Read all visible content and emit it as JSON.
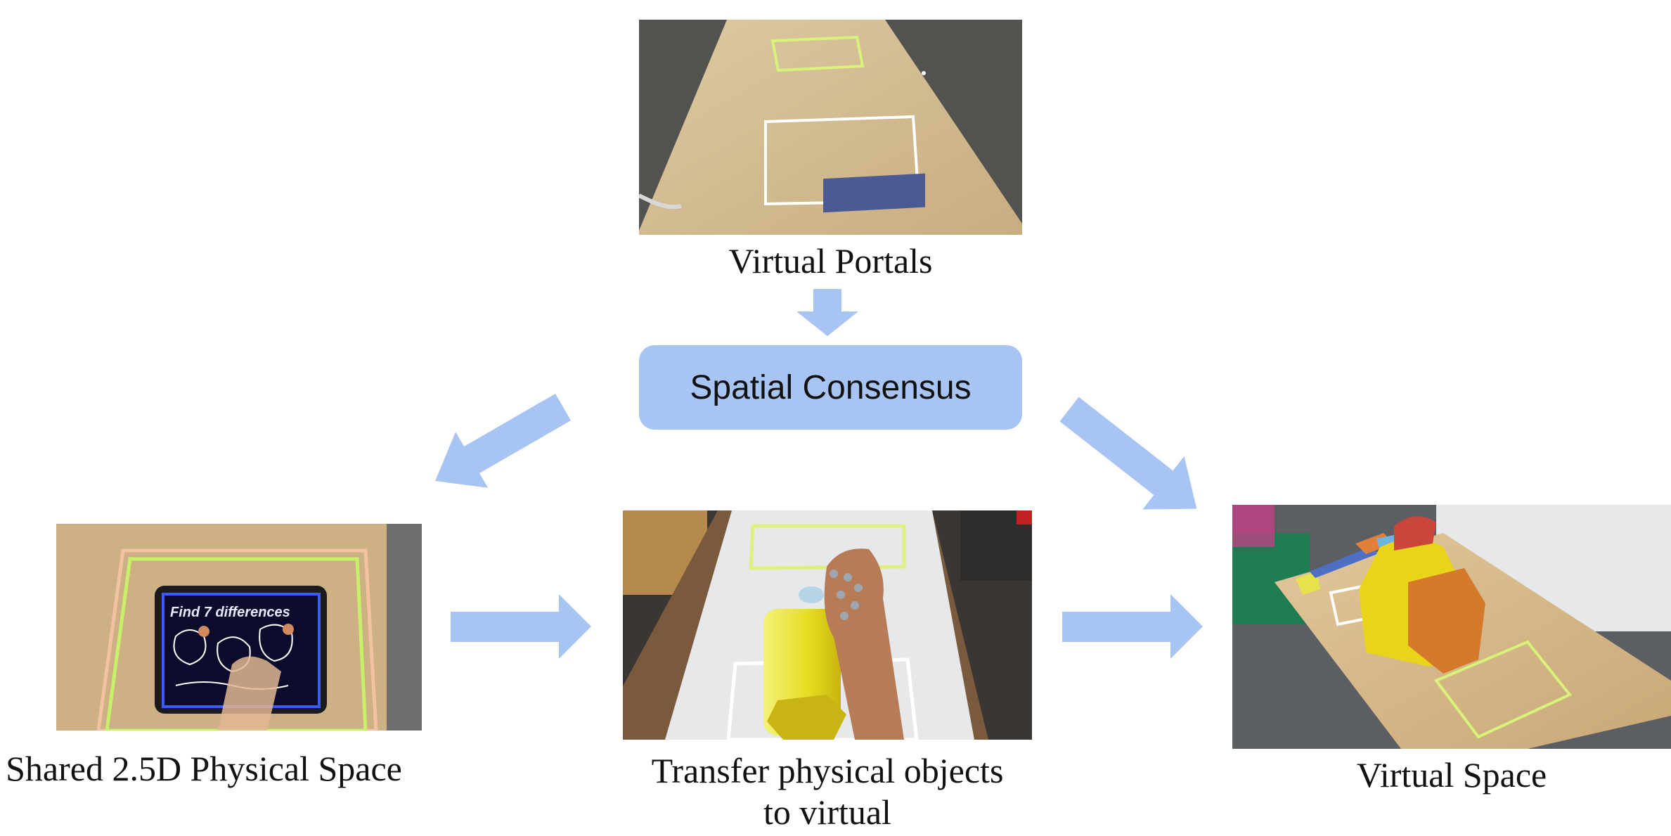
{
  "diagram": {
    "center_node": {
      "label": "Spatial Consensus",
      "color": "#a8c4f2"
    },
    "nodes": [
      {
        "id": "virtual-portals",
        "caption": "Virtual Portals"
      },
      {
        "id": "shared-physical-space",
        "caption": "Shared 2.5D Physical Space"
      },
      {
        "id": "transfer-objects",
        "caption_line1": "Transfer physical objects",
        "caption_line2": "to virtual"
      },
      {
        "id": "virtual-space",
        "caption": "Virtual Space"
      }
    ],
    "tablet_screen_text": "Find 7 differences",
    "arrow_color": "#a8c4f2"
  }
}
